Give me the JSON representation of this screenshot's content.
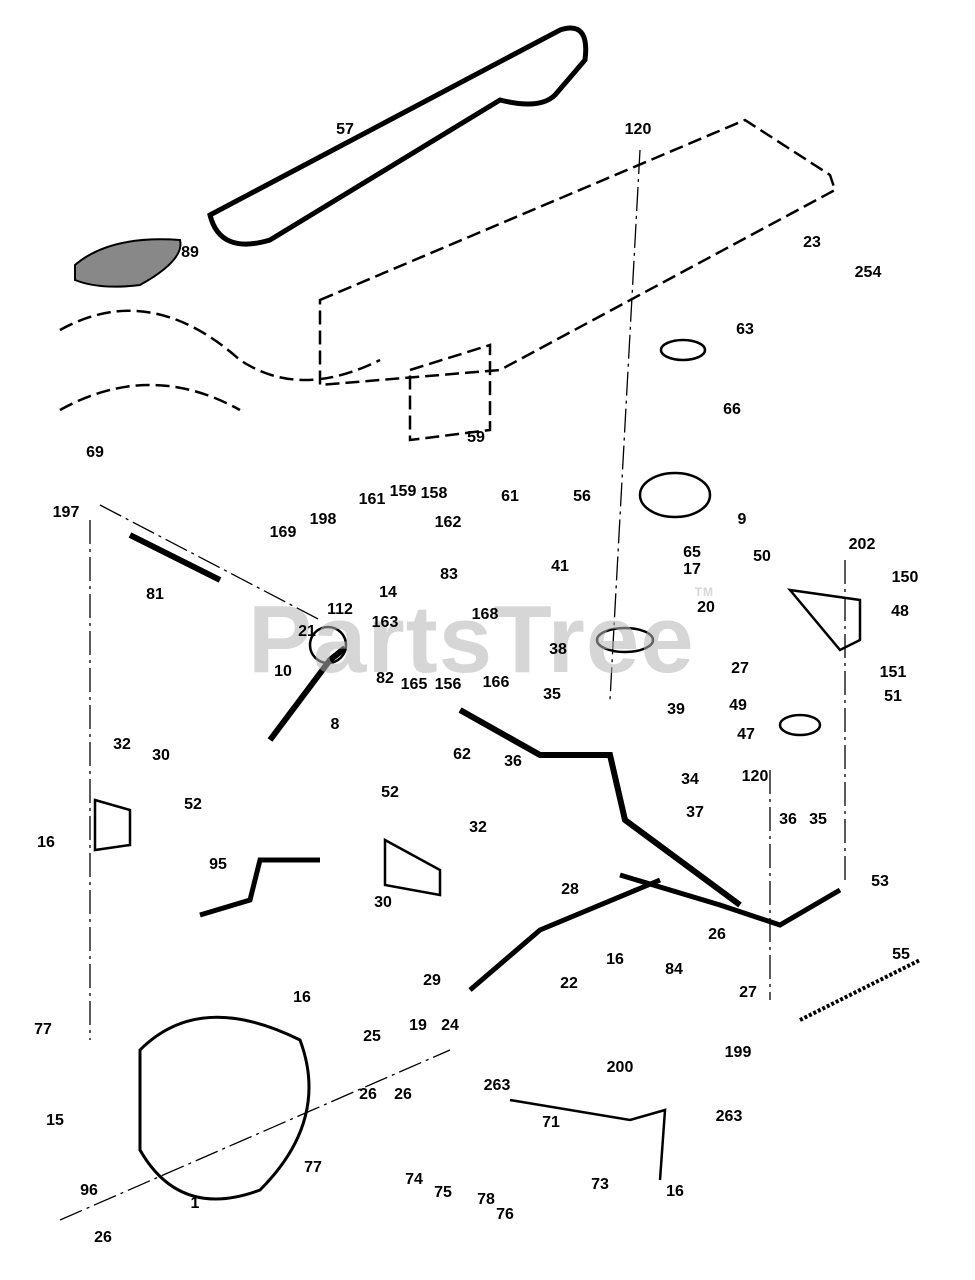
{
  "watermark": {
    "text": "PartsTree",
    "mark": "TM"
  },
  "callouts": [
    "57",
    "120",
    "89",
    "23",
    "254",
    "63",
    "66",
    "59",
    "69",
    "61",
    "56",
    "9",
    "197",
    "161",
    "159",
    "158",
    "162",
    "169",
    "198",
    "65",
    "17",
    "50",
    "202",
    "150",
    "41",
    "83",
    "112",
    "14",
    "81",
    "20",
    "48",
    "168",
    "163",
    "21",
    "38",
    "27",
    "10",
    "82",
    "165",
    "156",
    "166",
    "151",
    "35",
    "51",
    "39",
    "8",
    "49",
    "47",
    "62",
    "32",
    "30",
    "36",
    "34",
    "120",
    "52",
    "16",
    "52",
    "32",
    "37",
    "36",
    "35",
    "95",
    "30",
    "53",
    "28",
    "26",
    "55",
    "29",
    "22",
    "16",
    "84",
    "27",
    "16",
    "77",
    "25",
    "19",
    "24",
    "199",
    "26",
    "26",
    "15",
    "263",
    "200",
    "71",
    "263",
    "77",
    "74",
    "75",
    "78",
    "76",
    "73",
    "16",
    "96",
    "1",
    "26"
  ]
}
